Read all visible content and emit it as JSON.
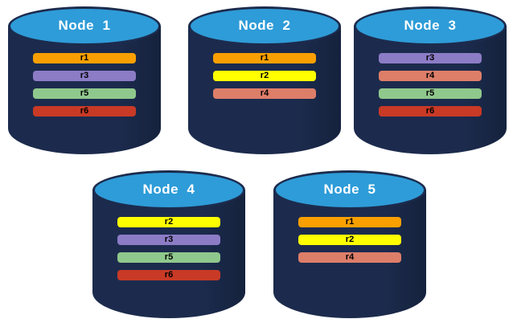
{
  "background": "#ffffff",
  "colors": {
    "cylinder_body": "#1C2B4D",
    "cylinder_body_edge": "#15223D",
    "cylinder_top_fill": "#2E9CD8",
    "cylinder_top_border": "#1C2B4D",
    "node_title_color": "#FFFFFF",
    "bar_label_color": "#000000",
    "replica_colors": {
      "r1": "#F9A000",
      "r2": "#FFFF00",
      "r3": "#8C7CC6",
      "r4": "#DD7E69",
      "r5": "#8FC88C",
      "r6": "#C83A26"
    }
  },
  "nodes": [
    {
      "label": "Node  1",
      "replicas": [
        "r1",
        "r3",
        "r5",
        "r6"
      ]
    },
    {
      "label": "Node  2",
      "replicas": [
        "r1",
        "r2",
        "r4"
      ]
    },
    {
      "label": "Node  3",
      "replicas": [
        "r3",
        "r4",
        "r5",
        "r6"
      ]
    },
    {
      "label": "Node  4",
      "replicas": [
        "r2",
        "r3",
        "r5",
        "r6"
      ]
    },
    {
      "label": "Node  5",
      "replicas": [
        "r1",
        "r2",
        "r4"
      ]
    }
  ]
}
